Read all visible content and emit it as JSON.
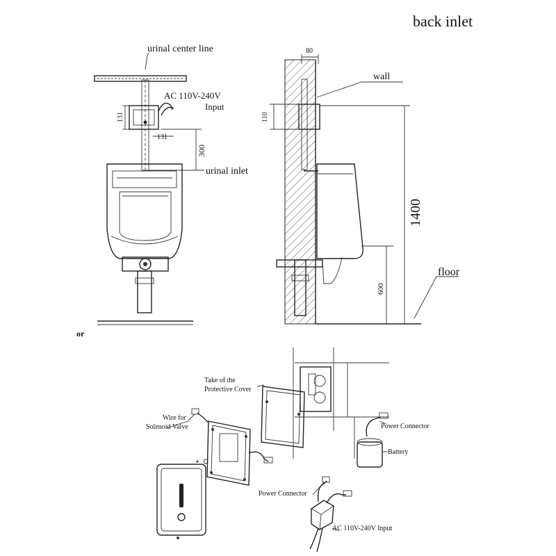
{
  "title": "back inlet",
  "front_view": {
    "center_line_label": "urinal center line",
    "power_input_label_line1": "AC 110V-240V",
    "power_input_label_line2": "Input",
    "dim_box_height": "131",
    "dim_box_width": "131",
    "dim_inlet_height": "300",
    "inlet_label": "urinal inlet",
    "cut_floor_label": "or"
  },
  "side_view": {
    "wall_label": "wall",
    "dim_depth": "80",
    "dim_box_height": "110",
    "dim_total_height": "1400",
    "dim_outlet_height": "600",
    "floor_label": "floor"
  },
  "exploded_view": {
    "protective_cover_line1": "Take of the",
    "protective_cover_line2": "Protective Cover",
    "wire_label_line1": "Wire for",
    "wire_label_line2": "Solenoid Valve",
    "power_connector_top": "Power Connector",
    "battery_label": "Battery",
    "power_connector_bottom": "Power Connector",
    "ac_input_label": "AC 110V-240V Input"
  }
}
